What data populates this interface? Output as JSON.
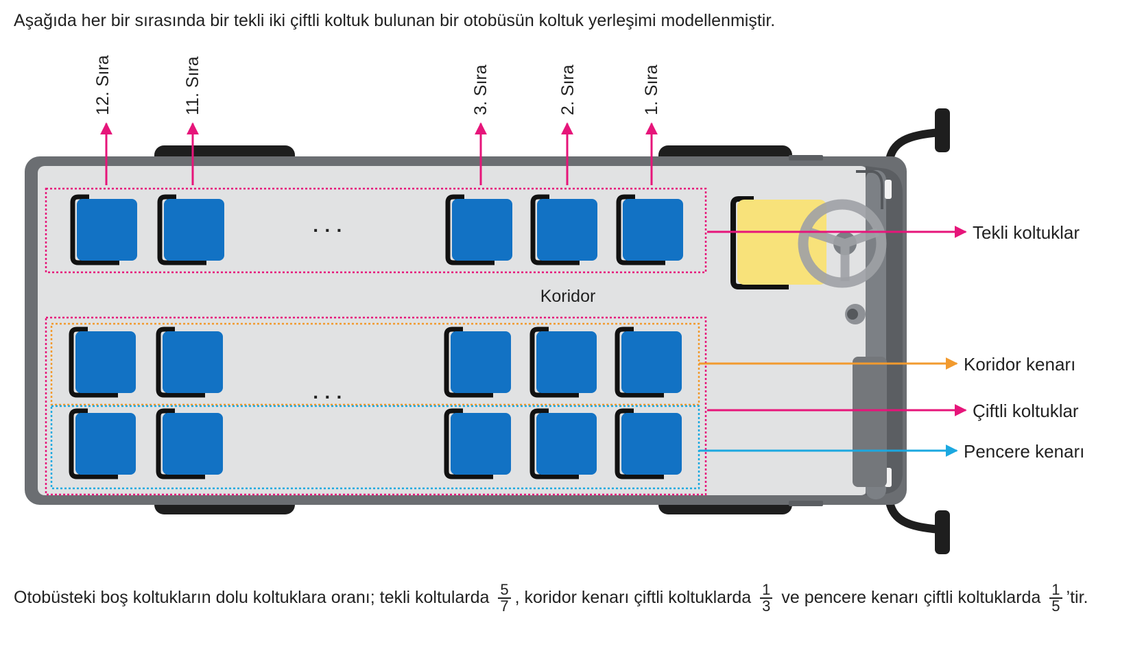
{
  "intro": "Aşağıda her bir sırasında bir tekli iki çiftli koltuk bulunan bir otobüsün koltuk yerleşimi modellenmiştir.",
  "rows": {
    "row12": "12. Sıra",
    "row11": "11. Sıra",
    "row3": "3. Sıra",
    "row2": "2. Sıra",
    "row1": "1. Sıra"
  },
  "ellipsis": "· · ·",
  "corridor": "Koridor",
  "labels": {
    "single": "Tekli koltuklar",
    "corridor_side": "Koridor kenarı",
    "double": "Çiftli koltuklar",
    "window_side": "Pencere kenarı"
  },
  "colors": {
    "seat": "#1272c4",
    "driver_seat": "#f8e27a",
    "bus_body": "#e1e2e3",
    "bus_frame": "#6b6e72",
    "magenta": "#e6157a",
    "orange": "#f29a2e",
    "cyan": "#1ba8e0"
  },
  "bottom": {
    "p1": "Otobüsteki boş koltukların dolu koltuklara oranı; tekli koltularda",
    "f1_num": "5",
    "f1_den": "7",
    "p2": ", koridor kenarı çiftli koltuklarda",
    "f2_num": "1",
    "f2_den": "3",
    "p3": "ve pencere kenarı çiftli koltuklarda",
    "f3_num": "1",
    "f3_den": "5",
    "p4": "’tir."
  }
}
